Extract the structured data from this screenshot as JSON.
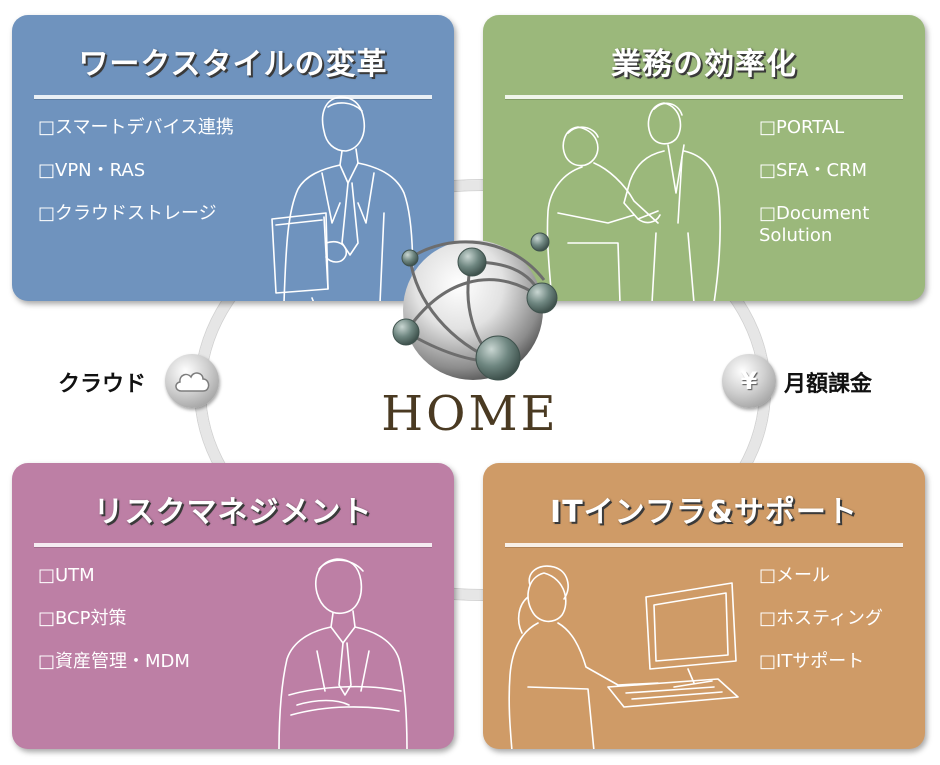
{
  "center": {
    "label": "HOME"
  },
  "left_label": {
    "text": "クラウド",
    "icon": "cloud-icon"
  },
  "right_label": {
    "text": "月額課金",
    "icon": "yen-icon",
    "glyph": "¥"
  },
  "cards": {
    "workstyle": {
      "title": "ワークスタイルの変革",
      "color": "#6f93be",
      "items": [
        "□スマートデバイス連携",
        "□VPN・RAS",
        "□クラウドストレージ"
      ]
    },
    "efficiency": {
      "title": "業務の効率化",
      "color": "#9bb87b",
      "items": [
        "□PORTAL",
        "□SFA・CRM",
        "□Document\n  Solution"
      ]
    },
    "risk": {
      "title": "リスクマネジメント",
      "color": "#bd7fa5",
      "items": [
        "□UTM",
        "□BCP対策",
        "□資産管理・MDM"
      ]
    },
    "infra": {
      "title": "ITインフラ&サポート",
      "color": "#cf9b67",
      "items": [
        "□メール",
        "□ホスティング",
        "□ITサポート"
      ]
    }
  }
}
